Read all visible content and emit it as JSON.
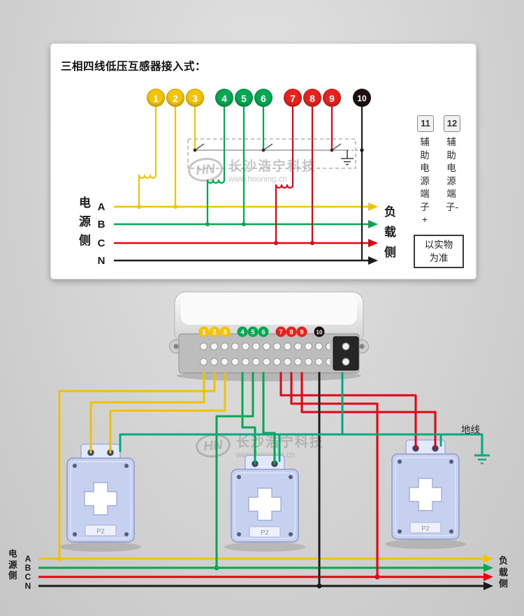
{
  "top_panel": {
    "title": "三相四线低压互感器接入式：",
    "terminals": [
      "1",
      "2",
      "3",
      "4",
      "5",
      "6",
      "7",
      "8",
      "9",
      "10"
    ],
    "aux_terminal_11": "11",
    "aux_terminal_12": "12",
    "aux_label_11": "辅助电源端子+",
    "aux_label_12": "辅助电源端子-",
    "source_side": "电源侧",
    "load_side": "负载侧",
    "phases": [
      "A",
      "B",
      "C",
      "N"
    ],
    "note": "以实物为准",
    "watermark": {
      "logo": "HN",
      "brand": "长沙浩宁科技",
      "url": "www.hooning.cn"
    }
  },
  "bottom": {
    "terminals": [
      "1",
      "2",
      "3",
      "4",
      "5",
      "6",
      "7",
      "8",
      "9",
      "10"
    ],
    "ground_label": "地线",
    "ct_label": "P2",
    "source_side": "电源侧",
    "load_side": "负载侧",
    "phases": [
      "A",
      "B",
      "C",
      "N"
    ],
    "watermark": {
      "logo": "HN",
      "brand": "长沙浩宁科技",
      "url": "www.hooning.cn"
    }
  },
  "colors": {
    "phase_a_yellow": "#f2c300",
    "phase_b_green": "#00a850",
    "phase_c_red": "#e60012",
    "neutral_black": "#1b1b1b",
    "ground_teal": "#00a97e"
  }
}
